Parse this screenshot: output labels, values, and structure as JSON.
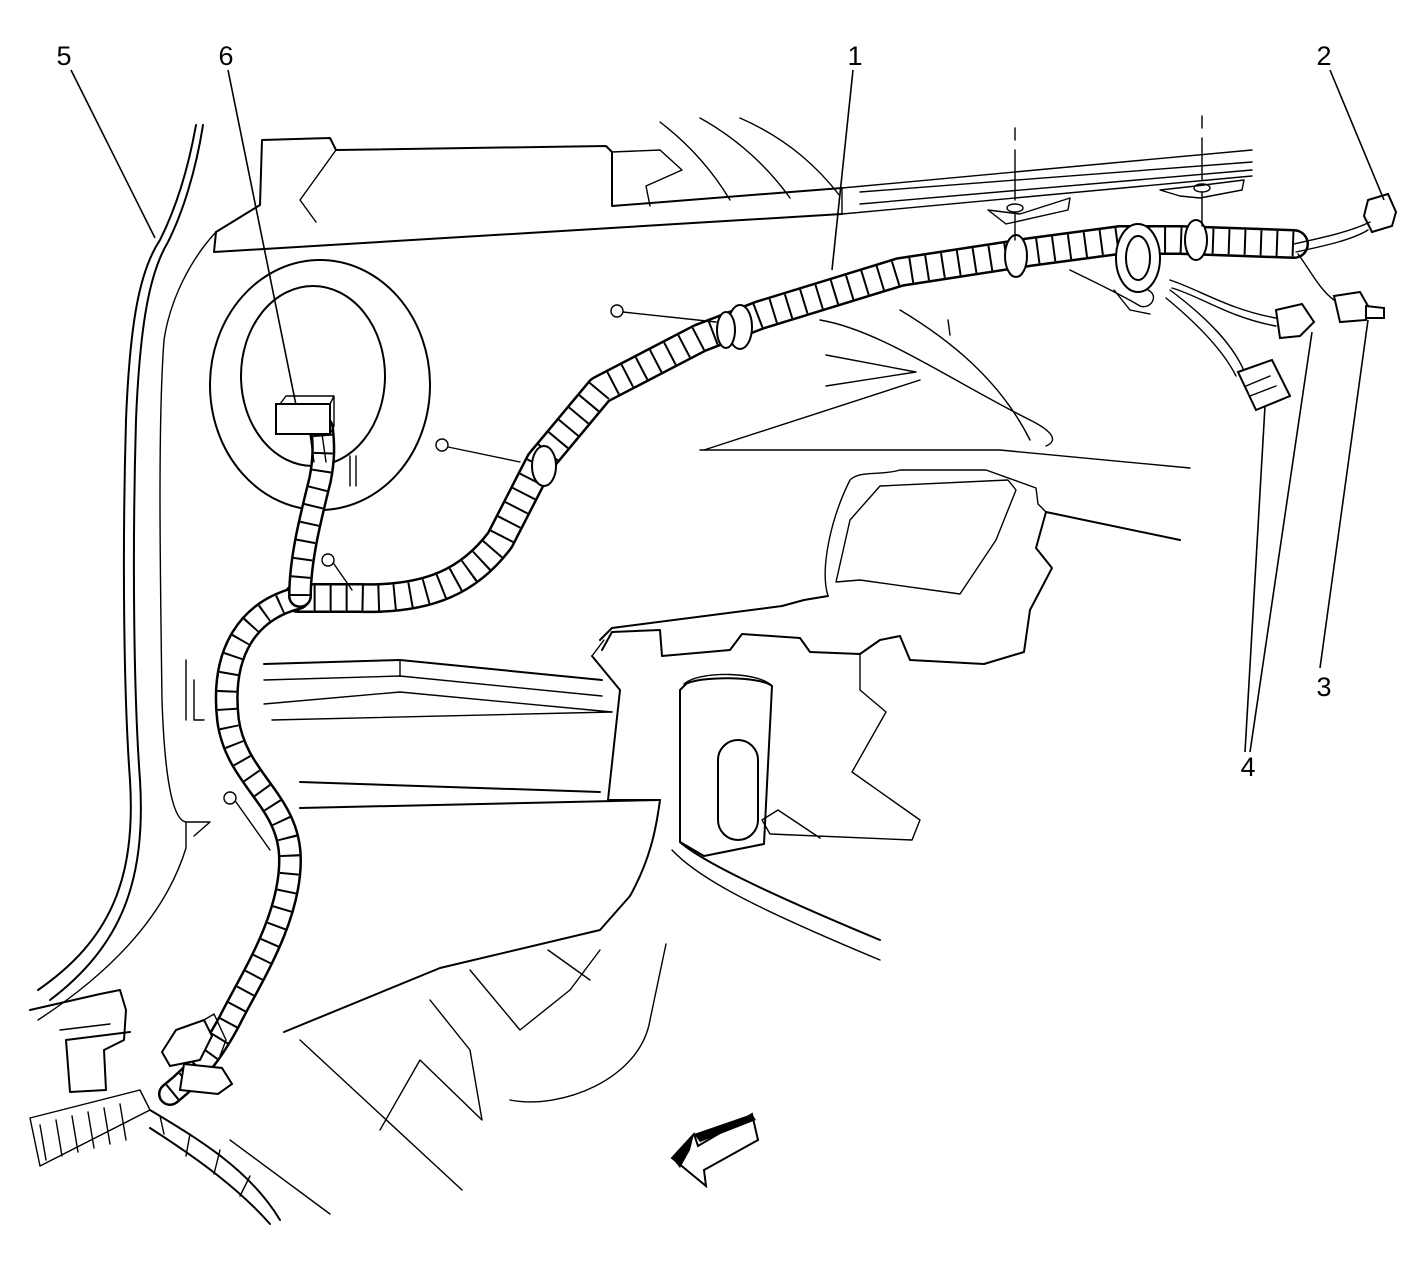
{
  "diagram": {
    "callouts": [
      {
        "id": "1",
        "label": "1"
      },
      {
        "id": "2",
        "label": "2"
      },
      {
        "id": "3",
        "label": "3"
      },
      {
        "id": "4",
        "label": "4"
      },
      {
        "id": "5",
        "label": "5"
      },
      {
        "id": "6",
        "label": "6"
      }
    ],
    "icons": [
      "wiring-harness",
      "connector",
      "fastener-pin",
      "direction-arrow-icon",
      "speaker-grille"
    ]
  }
}
